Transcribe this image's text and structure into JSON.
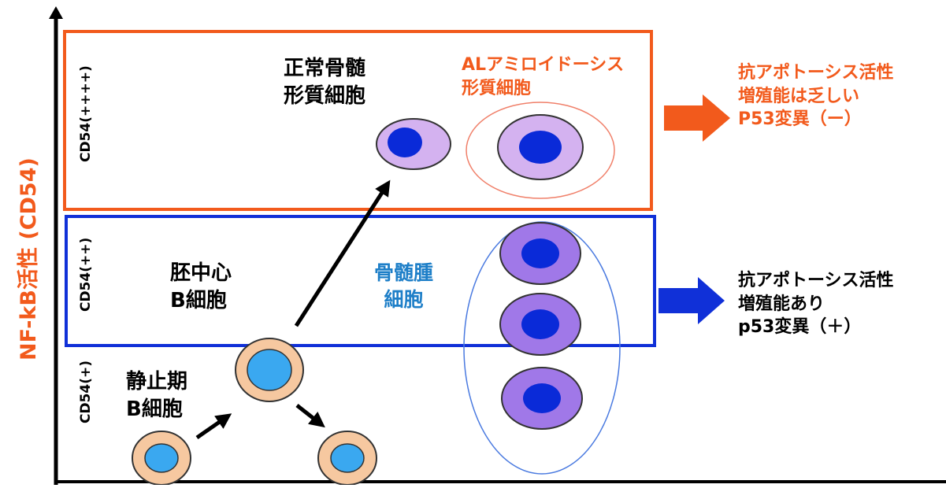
{
  "y_axis_label": "NF-kB活性 (CD54)",
  "levels": [
    {
      "label": "CD54(++++)"
    },
    {
      "label": "CD54(++)"
    },
    {
      "label": "CD54(+)"
    }
  ],
  "cell_labels": {
    "normal_plasma": "正常骨髄\n形質細胞",
    "al_plasma": "ALアミロイドーシス\n形質細胞",
    "germinal_center": "胚中心\nB細胞",
    "myeloma": "骨髄腫\n細胞",
    "resting": "静止期\nB細胞"
  },
  "outcomes": {
    "top": "抗アポトーシス活性\n増殖能は乏しい\nP53変異（ー）",
    "bottom": "抗アポトーシス活性\n増殖能あり\np53変異（＋）"
  },
  "colors": {
    "orange": "#f25a1c",
    "blue": "#1030d8",
    "myeloma_text": "#1e7fc8",
    "tan": "#f6c8a0",
    "light_blue": "#3aa8f0",
    "lilac": "#d4b2f0",
    "purple": "#a078e8",
    "dark_blue": "#0a2ad8"
  }
}
